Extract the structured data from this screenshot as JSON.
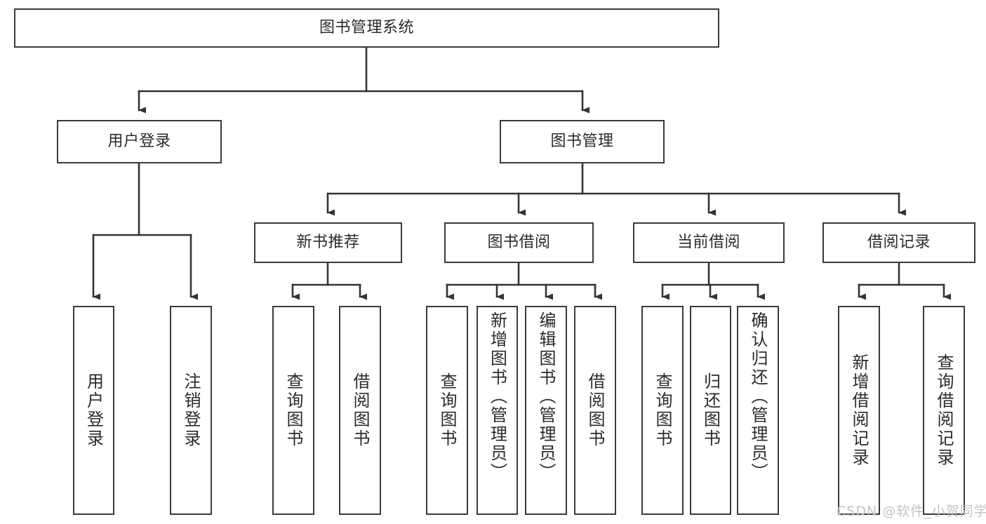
{
  "diagram": {
    "type": "tree-hierarchy-diagram",
    "title": "图书管理系统",
    "colors": {
      "box_border": "#3a3a3a",
      "box_fill": "#ffffff",
      "connector": "#333333",
      "text": "#2b2b2b",
      "watermark": "#c4c4c4",
      "background": "#ffffff"
    },
    "root": {
      "label": "图书管理系统"
    },
    "level2": [
      {
        "label": "用户登录"
      },
      {
        "label": "图书管理"
      }
    ],
    "level3": [
      {
        "label": "新书推荐"
      },
      {
        "label": "图书借阅"
      },
      {
        "label": "当前借阅"
      },
      {
        "label": "借阅记录"
      }
    ],
    "leaves": {
      "user_login": [
        {
          "label": "用户登录"
        },
        {
          "label": "注销登录"
        }
      ],
      "new_book_recommend": [
        {
          "label": "查询图书"
        },
        {
          "label": "借阅图书"
        }
      ],
      "book_borrow": [
        {
          "label": "查询图书"
        },
        {
          "label": "新增图书（管理员）"
        },
        {
          "label": "编辑图书（管理员）"
        },
        {
          "label": "借阅图书"
        }
      ],
      "current_borrow": [
        {
          "label": "查询图书"
        },
        {
          "label": "归还图书"
        },
        {
          "label": "确认归还（管理员）"
        }
      ],
      "borrow_record": [
        {
          "label": "新增借阅记录"
        },
        {
          "label": "查询借阅记录"
        }
      ]
    }
  },
  "watermark": {
    "text": "CSDN @软件_小贺同学"
  }
}
